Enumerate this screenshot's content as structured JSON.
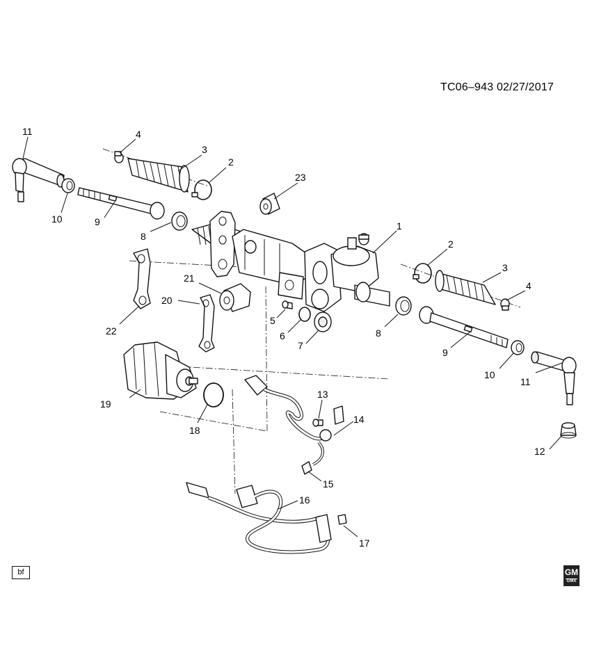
{
  "header": {
    "reference_code": "TC06–943  02/27/2017"
  },
  "footer": {
    "tag": "bf",
    "logo_text": "GM",
    "logo_sub": "GMX"
  },
  "callouts": {
    "c1": "1",
    "c2a": "2",
    "c2b": "2",
    "c3a": "3",
    "c3b": "3",
    "c4a": "4",
    "c4b": "4",
    "c5": "5",
    "c6": "6",
    "c7": "7",
    "c8a": "8",
    "c8b": "8",
    "c9a": "9",
    "c9b": "9",
    "c10a": "10",
    "c10b": "10",
    "c11a": "11",
    "c11b": "11",
    "c12": "12",
    "c13": "13",
    "c14": "14",
    "c15": "15",
    "c16": "16",
    "c17": "17",
    "c18": "18",
    "c19": "19",
    "c20": "20",
    "c21": "21",
    "c22": "22",
    "c23": "23"
  }
}
